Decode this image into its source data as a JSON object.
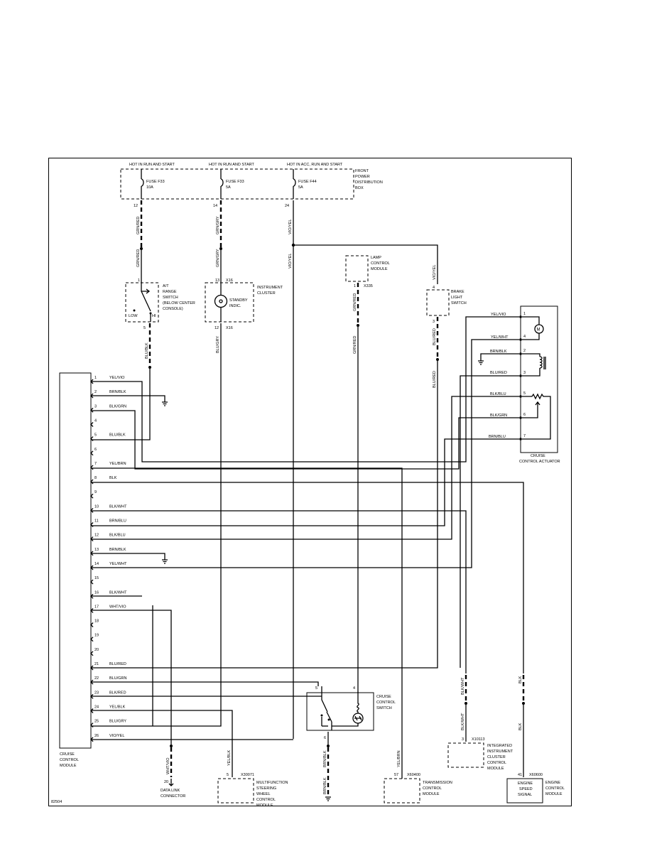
{
  "figure_id": "82504",
  "fuse_box": {
    "hot_labels": [
      "HOT IN RUN AND START",
      "HOT IN RUN AND START",
      "HOT IN ACC, RUN AND START"
    ],
    "fuses": [
      {
        "name": "FUSE F33",
        "rating": "10A",
        "pin": "12",
        "wire_top": "GRN/RED",
        "wire_bottom": "GRN/RED"
      },
      {
        "name": "FUSE F33",
        "rating": "5A",
        "pin": "14",
        "wire_top": "GRN/GRY",
        "wire_bottom": "GRN/GRY"
      },
      {
        "name": "FUSE F44",
        "rating": "5A",
        "pin": "24",
        "wire_top": "VIO/YEL",
        "wire_bottom": "VIO/YEL"
      }
    ],
    "label": [
      "FRONT",
      "POWER",
      "DISTRIBUTION",
      "BOX"
    ]
  },
  "range_switch": {
    "label": [
      "A/T",
      "RANGE",
      "SWITCH",
      "(BELOW CENTER",
      "CONSOLE)"
    ],
    "pin_top": "1",
    "pin_bottom": "5",
    "low": "LOW",
    "hi": "HI",
    "wire_out": "BLU/BLK"
  },
  "instrument_cluster": {
    "label": [
      "INSTRUMENT",
      "CLUSTER"
    ],
    "pin_top": "13",
    "conn_top": "X16",
    "pin_bottom": "12",
    "conn_bottom": "X16",
    "indic": [
      "STANDBY",
      "INDIC."
    ],
    "wire_out": "BLU/GRY"
  },
  "lamp_module": {
    "label": [
      "LAMP",
      "CONTROL",
      "MODULE"
    ],
    "pin": "1",
    "conn": "X335",
    "wire": "GRN/RED"
  },
  "brake_switch": {
    "label": [
      "BRAKE",
      "LIGHT",
      "SWITCH"
    ],
    "pin_top": "4",
    "pin_bottom": "3",
    "wire_in": "VIO/YEL",
    "wire_out": "BLU/RED"
  },
  "actuator": {
    "label": [
      "CRUISE",
      "CONTROL ACTUATOR"
    ],
    "pins": [
      {
        "pin": "1",
        "wire": "YEL/VIO"
      },
      {
        "pin": "4",
        "wire": "YEL/WHT"
      },
      {
        "pin": "2",
        "wire": "BRN/BLK"
      },
      {
        "pin": "3",
        "wire": "BLU/RED"
      },
      {
        "pin": "5",
        "wire": "BLK/BLU"
      },
      {
        "pin": "6",
        "wire": "BLK/GRN"
      },
      {
        "pin": "7",
        "wire": "BRN/BLU"
      }
    ],
    "motor": "M"
  },
  "ccm": {
    "label": [
      "CRUISE",
      "CONTROL",
      "MODULE"
    ],
    "pins": [
      {
        "pin": "1",
        "wire": "YEL/VIO"
      },
      {
        "pin": "2",
        "wire": "BRN/BLK"
      },
      {
        "pin": "3",
        "wire": "BLK/GRN"
      },
      {
        "pin": "4",
        "wire": ""
      },
      {
        "pin": "5",
        "wire": "BLU/BLK"
      },
      {
        "pin": "6",
        "wire": ""
      },
      {
        "pin": "7",
        "wire": "YEL/BRN"
      },
      {
        "pin": "8",
        "wire": "BLK"
      },
      {
        "pin": "9",
        "wire": ""
      },
      {
        "pin": "10",
        "wire": "BLK/WHT"
      },
      {
        "pin": "11",
        "wire": "BRN/BLU"
      },
      {
        "pin": "12",
        "wire": "BLK/BLU"
      },
      {
        "pin": "13",
        "wire": "BRN/BLK"
      },
      {
        "pin": "14",
        "wire": "YEL/WHT"
      },
      {
        "pin": "15",
        "wire": ""
      },
      {
        "pin": "16",
        "wire": "BLK/WHT"
      },
      {
        "pin": "17",
        "wire": "WHT/VIO"
      },
      {
        "pin": "18",
        "wire": ""
      },
      {
        "pin": "19",
        "wire": ""
      },
      {
        "pin": "20",
        "wire": ""
      },
      {
        "pin": "21",
        "wire": "BLU/RED"
      },
      {
        "pin": "22",
        "wire": "BLU/GRN"
      },
      {
        "pin": "23",
        "wire": "BLK/RED"
      },
      {
        "pin": "24",
        "wire": "YEL/BLK"
      },
      {
        "pin": "25",
        "wire": "BLU/GRY"
      },
      {
        "pin": "26",
        "wire": "VIO/YEL"
      }
    ]
  },
  "cruise_switch": {
    "label": [
      "CRUISE",
      "CONTROL",
      "SWITCH"
    ],
    "pin_left": "5",
    "pin_right": "4",
    "pin_bottom": "6",
    "wire_out": "BRN/BLK",
    "wire_gnd": "BRN/BLK"
  },
  "dlc": {
    "label": [
      "DATA LINK",
      "CONNECTOR"
    ],
    "pin": "20",
    "wire": "WHT/VIO"
  },
  "mfsw": {
    "label": [
      "MULTIFUNCTION",
      "STEERING",
      "WHEEL",
      "CONTROL",
      "MODULE"
    ],
    "pin": "5",
    "conn": "X30071",
    "wire": "YEL/BLK"
  },
  "tcm": {
    "label": [
      "TRANSMISSION",
      "CONTROL",
      "MODULE"
    ],
    "pin": "57",
    "conn": "X60400",
    "wire": "YEL/BRN"
  },
  "iccm": {
    "label": [
      "INTEGRATED",
      "INSTRUMENT",
      "CLUSTER",
      "CONTROL",
      "MODULE"
    ],
    "pin": "3",
    "conn": "X10113",
    "wire_top": "BLK/WHT",
    "wire_bottom": "BLK/WHT"
  },
  "ecm": {
    "label": [
      "ENGINE",
      "CONTROL",
      "MODULE"
    ],
    "signal": [
      "ENGINE",
      "SPEED",
      "SIGNAL"
    ],
    "pin": "41",
    "conn": "X60600",
    "wire_top": "BLK",
    "wire_bottom": "BLK"
  }
}
